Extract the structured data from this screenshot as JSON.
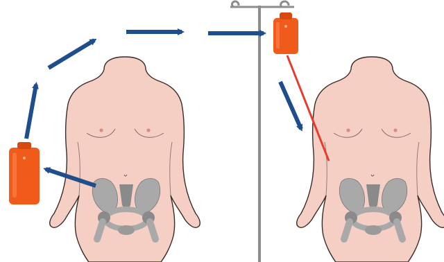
{
  "figure": {
    "title": "",
    "panels": [
      {
        "id": "left",
        "subject": "female-torso-with-pelvis",
        "blood_bag": "lower-left",
        "flow": "pelvis-to-bag-then-up-and-over-to-iv-pole"
      },
      {
        "id": "right",
        "subject": "female-torso-with-pelvis",
        "blood_bag": "hanging-on-iv-pole",
        "flow": "iv-line-from-bag-into-arm"
      }
    ],
    "icons": [
      "body-figure-icon",
      "pelvis-icon",
      "blood-bag-icon",
      "iv-pole-icon",
      "flow-arrow-icon",
      "iv-line-icon"
    ]
  },
  "colors": {
    "skin": "#f5cfc4",
    "skin_outline": "#3a2a28",
    "pelvis": "#a9a9a9",
    "pelvis_dark": "#8a8a8a",
    "blood_bag": "#f05a1a",
    "blood_bag_dark": "#d64a10",
    "arrow": "#1f4e8c",
    "iv_line": "#e63c2e",
    "pole": "#8c8c8c",
    "background": "#ffffff"
  }
}
